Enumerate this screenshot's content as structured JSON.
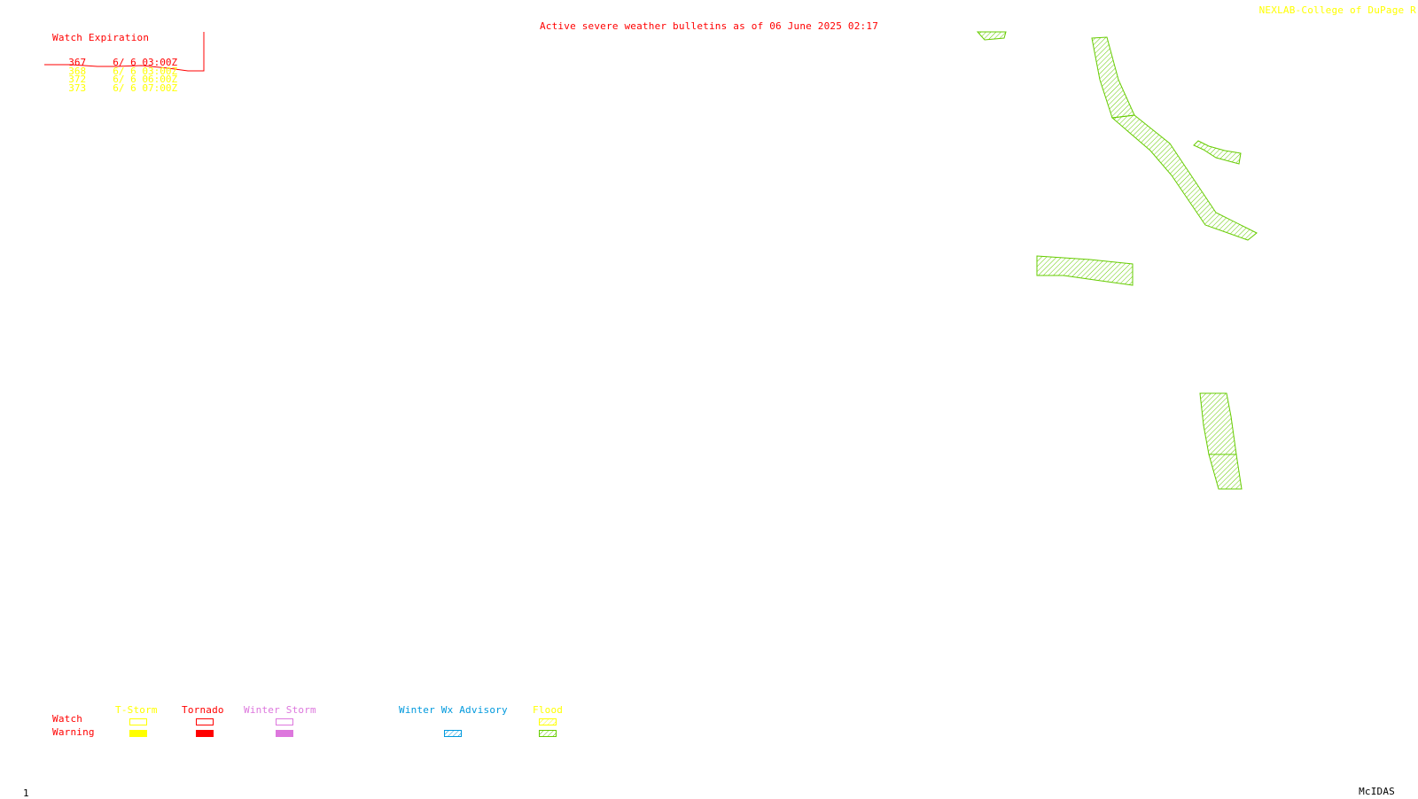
{
  "header": {
    "title": "Active severe weather bulletins as of 06 June 2025 02:17",
    "credit": "NEXLAB-College of DuPage R"
  },
  "watch_table": {
    "heading": "Watch Expiration",
    "rows": [
      {
        "number": "367",
        "expires": "6/ 6 03:00Z",
        "color": "#ff0000"
      },
      {
        "number": "368",
        "expires": "6/ 6 03:00Z",
        "color": "#ffff00"
      },
      {
        "number": "372",
        "expires": "6/ 6 06:00Z",
        "color": "#ffff00"
      },
      {
        "number": "373",
        "expires": "6/ 6 07:00Z",
        "color": "#ffff00"
      }
    ]
  },
  "legend": {
    "row_labels": {
      "watch": "Watch",
      "warning": "Warning"
    },
    "categories": [
      {
        "name": "T-Storm",
        "color": "#ffff00"
      },
      {
        "name": "Tornado",
        "color": "#ff0000"
      },
      {
        "name": "Winter Storm",
        "color": "#dd77dd"
      },
      {
        "name": "Winter Wx Advisory",
        "color": "#0099dd"
      },
      {
        "name": "Flood",
        "color": "#ffff00"
      }
    ],
    "label_color": "#ff0000"
  },
  "map": {
    "flood_warning_color": "#66cc00",
    "feature_type": "flood-warning-polygons"
  },
  "footer": {
    "frame_number": "1",
    "software": "McIDAS"
  }
}
